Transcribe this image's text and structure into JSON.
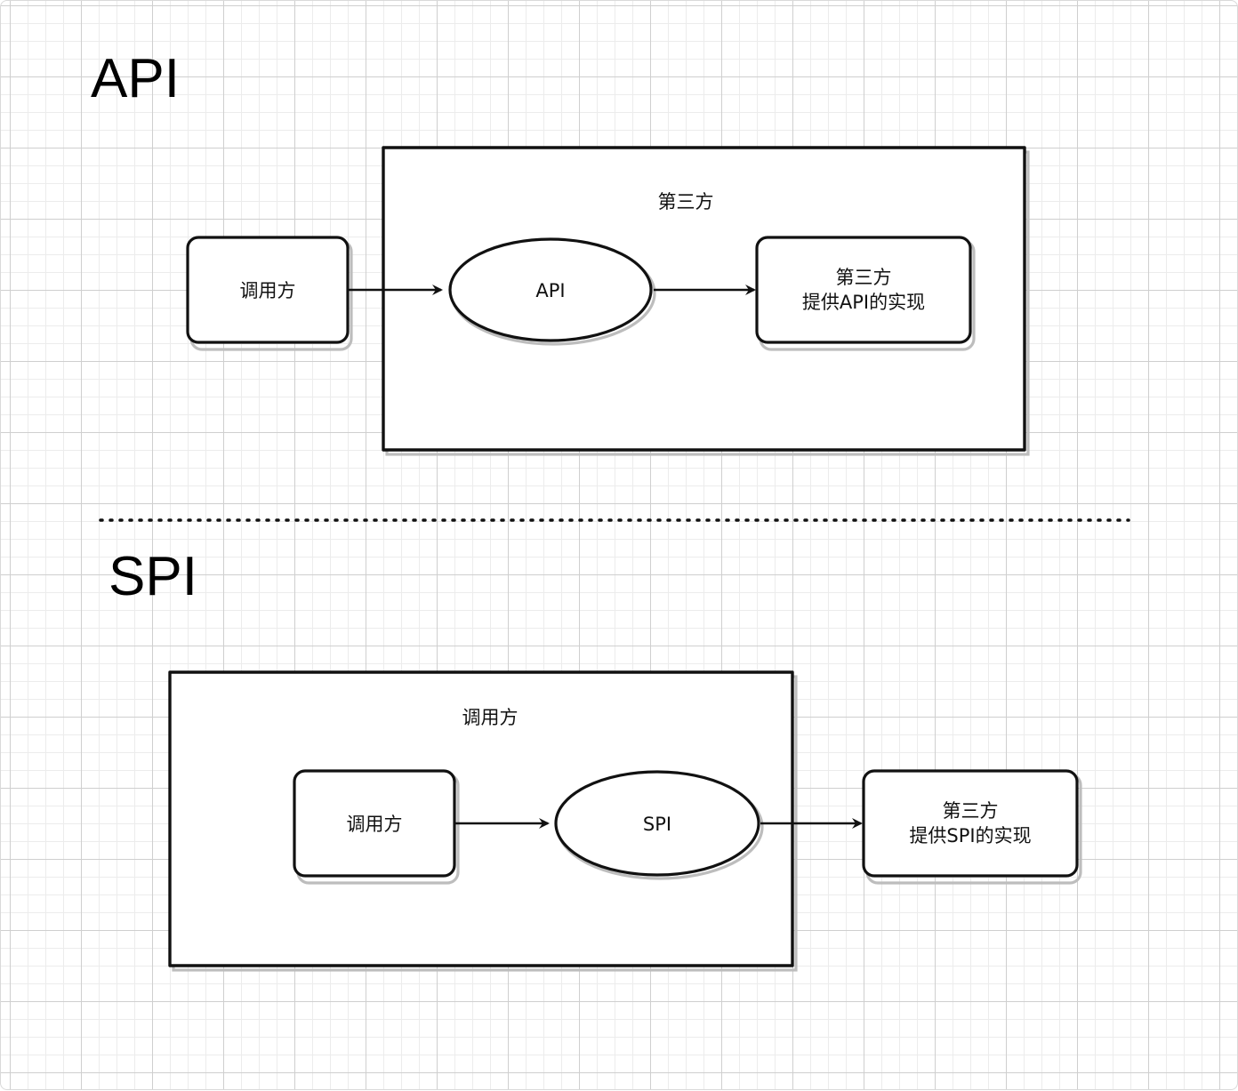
{
  "sections": {
    "api": {
      "title": "API",
      "container_label": "第三方",
      "caller_label": "调用方",
      "interface_label": "API",
      "impl_label_line1": "第三方",
      "impl_label_line2": "提供API的实现"
    },
    "spi": {
      "title": "SPI",
      "container_label": "调用方",
      "caller_label": "调用方",
      "interface_label": "SPI",
      "impl_label_line1": "第三方",
      "impl_label_line2": "提供SPI的实现"
    }
  },
  "colors": {
    "stroke": "#111111",
    "shadow": "#bdbdbd",
    "grid_major": "#cfcfcf",
    "grid_minor": "#ececec"
  }
}
